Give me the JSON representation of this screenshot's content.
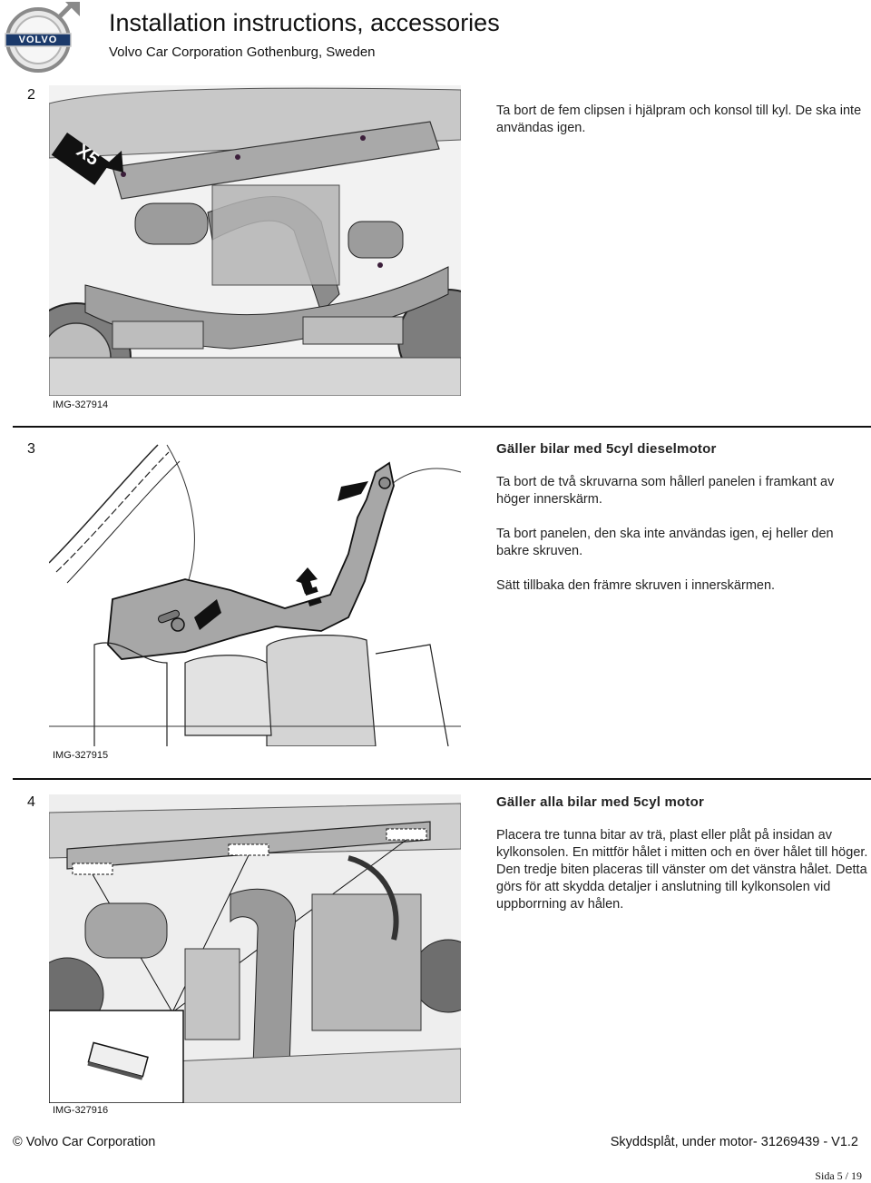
{
  "header": {
    "logo_text": "VOLVO",
    "title": "Installation instructions, accessories",
    "subtitle": "Volvo Car Corporation Gothenburg, Sweden"
  },
  "steps": [
    {
      "number": "2",
      "heading": "",
      "paragraphs": [
        "Ta bort de fem clipsen i hjälpram och konsol till kyl. De ska inte användas igen."
      ],
      "image_id": "IMG-327914",
      "callout": "X5"
    },
    {
      "number": "3",
      "heading": "Gäller bilar med 5cyl dieselmotor",
      "paragraphs": [
        "Ta bort de två skruvarna som hållerl panelen i framkant av höger innerskärm.",
        "Ta bort panelen, den ska inte användas igen, ej heller den bakre skruven.",
        "Sätt tillbaka den främre skruven i innerskärmen."
      ],
      "image_id": "IMG-327915"
    },
    {
      "number": "4",
      "heading": "Gäller alla bilar med 5cyl motor",
      "paragraphs": [
        "Placera tre tunna bitar av trä, plast eller plåt på insidan av kylkonsolen. En mittför hålet i mitten och en över hålet till höger. Den tredje biten placeras till vänster om det vänstra hålet. Detta görs för att skydda detaljer i anslutning till kylkonsolen vid uppborrning av hålen."
      ],
      "image_id": "IMG-327916"
    }
  ],
  "footer": {
    "left": "© Volvo Car Corporation",
    "right": "Skyddsplåt, under motor- 31269439 - V1.2",
    "page": "Sida 5 / 19"
  }
}
